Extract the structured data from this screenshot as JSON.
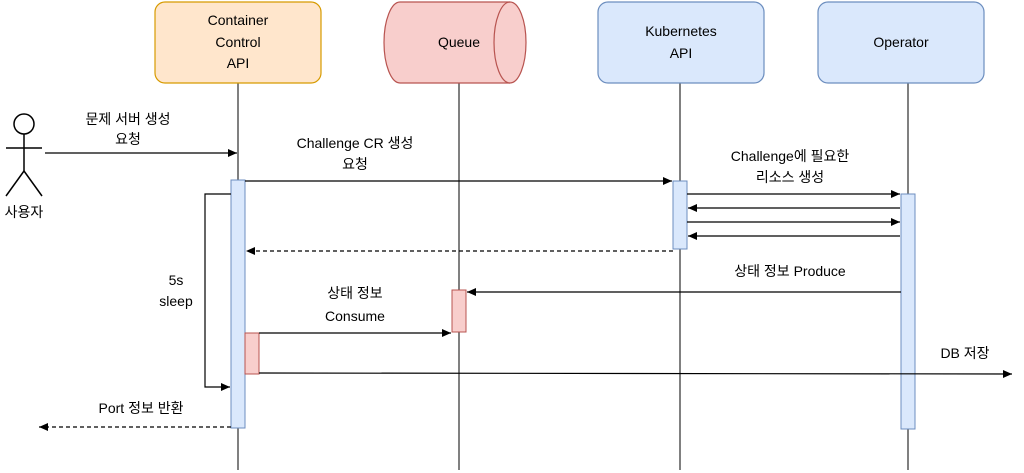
{
  "participants": {
    "actor": {
      "label": "사용자"
    },
    "container_api": {
      "line1": "Container",
      "line2": "Control",
      "line3": "API",
      "fill": "#ffe6cc",
      "stroke": "#d79b00"
    },
    "queue": {
      "label": "Queue",
      "fill": "#f8cecc",
      "stroke": "#b85450"
    },
    "k8s_api": {
      "line1": "Kubernetes",
      "line2": "API",
      "fill": "#dae8fc",
      "stroke": "#6c8ebf"
    },
    "operator": {
      "label": "Operator",
      "fill": "#dae8fc",
      "stroke": "#6c8ebf"
    }
  },
  "messages": {
    "create_request": {
      "line1": "문제 서버 생성",
      "line2": "요청"
    },
    "challenge_cr": {
      "line1": "Challenge CR 생성",
      "line2": "요청"
    },
    "resource_create": {
      "line1": "Challenge에 필요한",
      "line2": "리소스 생성"
    },
    "status_produce": {
      "label": "상태 정보 Produce"
    },
    "status_consume": {
      "line1": "상태 정보",
      "line2": "Consume"
    },
    "sleep": {
      "line1": "5s",
      "line2": "sleep"
    },
    "db_save": {
      "label": "DB 저장"
    },
    "port_return": {
      "label": "Port 정보 반환"
    }
  },
  "colors": {
    "activation_blue_fill": "#dae8fc",
    "activation_blue_stroke": "#6c8ebf",
    "activation_red_fill": "#f8cecc",
    "activation_red_stroke": "#b85450",
    "line": "#000000"
  }
}
